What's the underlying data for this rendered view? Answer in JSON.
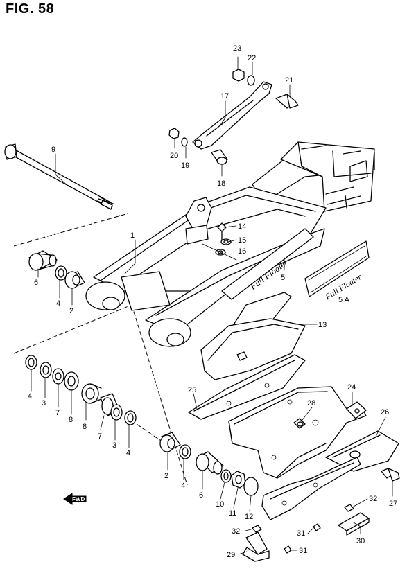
{
  "figure_title": "FIG. 58",
  "callouts": {
    "c1": "1",
    "c2a": "2",
    "c2b": "2",
    "c3a": "3",
    "c3b": "3",
    "c4a": "4",
    "c4b": "4",
    "c4c": "4",
    "c4d": "4",
    "c5": "5",
    "c5a": "5 A",
    "c6a": "6",
    "c6b": "6",
    "c7a": "7",
    "c7b": "7",
    "c8a": "8",
    "c8b": "8",
    "c9": "9",
    "c10": "10",
    "c11": "11",
    "c12": "12",
    "c13": "13",
    "c14": "14",
    "c15": "15",
    "c16": "16",
    "c17": "17",
    "c18": "18",
    "c19": "19",
    "c20": "20",
    "c21": "21",
    "c22": "22",
    "c23": "23",
    "c24": "24",
    "c25": "25",
    "c26": "26",
    "c27": "27",
    "c28": "28",
    "c29": "29",
    "c30": "30",
    "c31a": "31",
    "c31b": "31",
    "c32a": "32",
    "c32b": "32"
  },
  "fwd_label": "FWD",
  "decal_text": "Full Floater"
}
